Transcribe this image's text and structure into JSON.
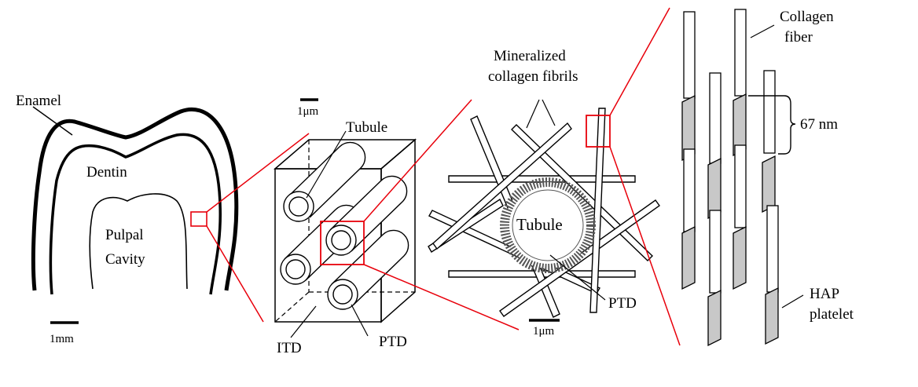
{
  "panel1": {
    "labels": {
      "enamel": "Enamel",
      "dentin": "Dentin",
      "pulpal1": "Pulpal",
      "pulpal2": "Cavity"
    },
    "scale": "1mm"
  },
  "panel2": {
    "labels": {
      "tubule": "Tubule",
      "itd": "ITD",
      "ptd": "PTD"
    },
    "scale": "1μm"
  },
  "panel3": {
    "labels": {
      "fibrils1": "Mineralized",
      "fibrils2": "collagen fibrils",
      "tubule": "Tubule",
      "ptd": "PTD"
    },
    "scale": "1μm"
  },
  "panel4": {
    "labels": {
      "fiber1": "Collagen",
      "fiber2": "fiber",
      "period": "67 nm",
      "hap1": "HAP",
      "hap2": "platelet"
    }
  },
  "colors": {
    "highlight": "#e8000b",
    "platelet": "#c8c8c8",
    "outline": "#000000"
  }
}
